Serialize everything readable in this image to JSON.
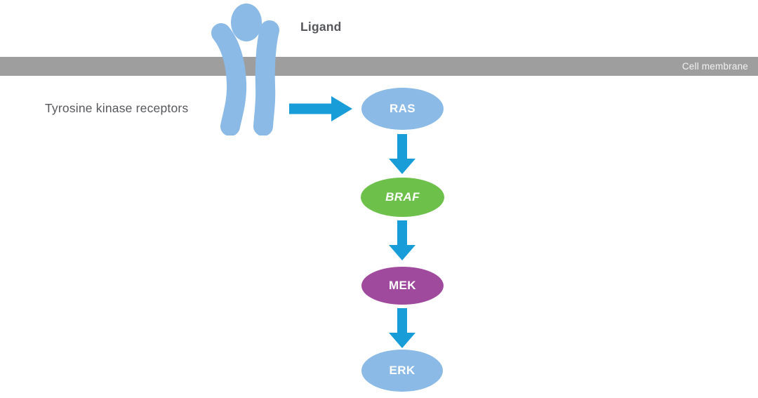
{
  "labels": {
    "ligand": "Ligand",
    "receptors": "Tyrosine kinase receptors",
    "membrane": "Cell membrane"
  },
  "pathway": {
    "nodes": [
      {
        "id": "ras",
        "label": "RAS",
        "fill": "#8ABAE5",
        "text_color": "#FFFFFF",
        "italic": false
      },
      {
        "id": "braf",
        "label": "BRAF",
        "fill": "#6DC04A",
        "text_color": "#FFFFFF",
        "italic": true
      },
      {
        "id": "mek",
        "label": "MEK",
        "fill": "#9F4A9D",
        "text_color": "#FFFFFF",
        "italic": false
      },
      {
        "id": "erk",
        "label": "ERK",
        "fill": "#8ABAE5",
        "text_color": "#FFFFFF",
        "italic": false
      }
    ],
    "edges": [
      {
        "from": "tyrosine-kinase-receptor",
        "to": "ras",
        "direction": "right"
      },
      {
        "from": "ras",
        "to": "braf",
        "direction": "down"
      },
      {
        "from": "braf",
        "to": "mek",
        "direction": "down"
      },
      {
        "from": "mek",
        "to": "erk",
        "direction": "down"
      }
    ]
  },
  "colors": {
    "receptor_blue": "#8ABAE5",
    "arrow_blue": "#199DD9",
    "node_green": "#6DC04A",
    "node_purple": "#9F4A9D",
    "membrane_gray": "#9E9E9E",
    "membrane_text": "#F2F2F2",
    "label_gray": "#56575B",
    "background": "#FFFFFF"
  }
}
